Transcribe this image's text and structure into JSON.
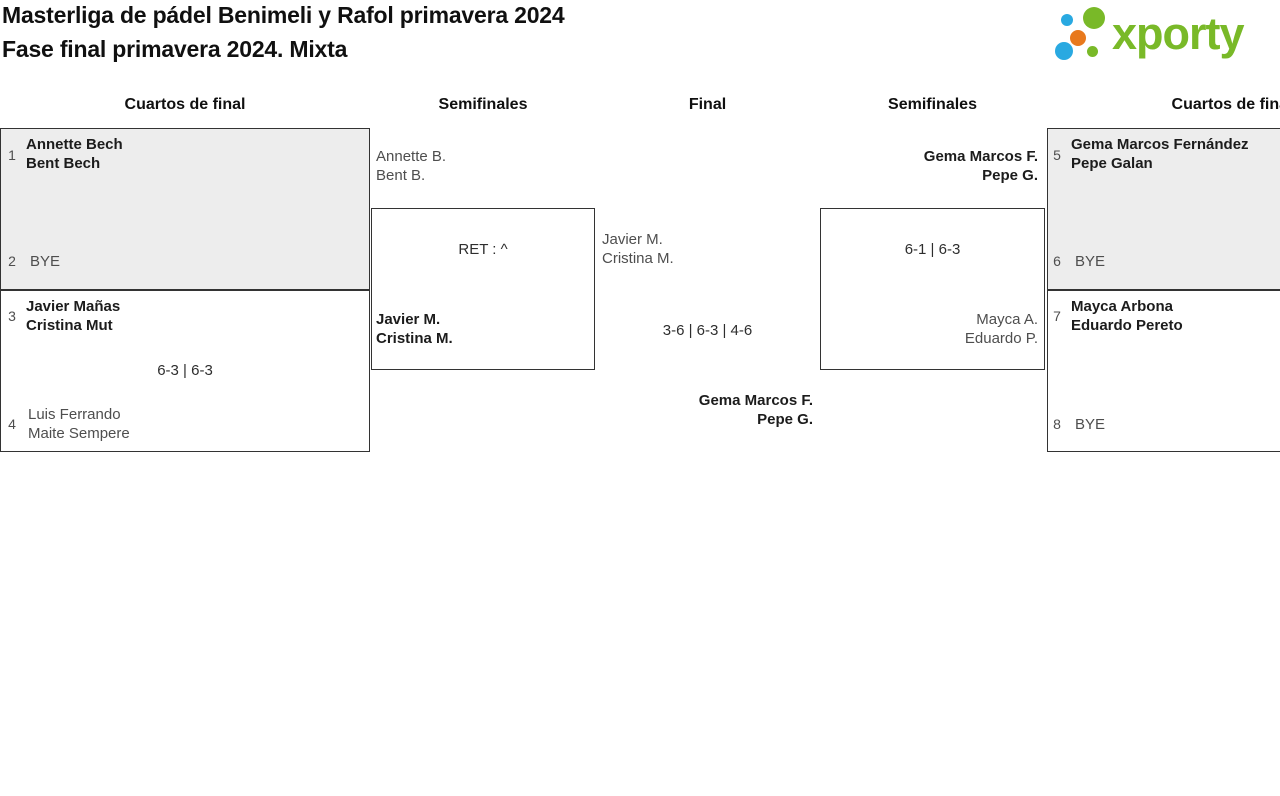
{
  "header": {
    "title": "Masterliga de pádel Benimeli y Rafol primavera 2024",
    "subtitle": "Fase final primavera 2024. Mixta",
    "logo_text": "xporty"
  },
  "colors": {
    "logo_green": "#79b928",
    "logo_blue": "#29a9e1",
    "logo_orange": "#e8791d",
    "shaded_box": "#ededed",
    "box_border": "#333333",
    "winner_text": "#1c1c1c",
    "secondary_text": "#4e4e4e"
  },
  "columns": [
    "Cuartos de final",
    "Semifinales",
    "Final",
    "Semifinales",
    "Cuartos de final"
  ],
  "matches": {
    "qfL1": {
      "seed1": "1",
      "t1a": "Annette Bech",
      "t1b": "Bent Bech",
      "seed2": "2",
      "t2a": "BYE"
    },
    "qfL2": {
      "seed1": "3",
      "t1a": "Javier Mañas",
      "t1b": "Cristina Mut",
      "score": "6-3 | 6-3",
      "seed2": "4",
      "t2a": "Luis Ferrando",
      "t2b": "Maite Sempere"
    },
    "sfL": {
      "t1a": "Annette B.",
      "t1b": "Bent B.",
      "score": "RET : ^",
      "t2a": "Javier M.",
      "t2b": "Cristina M."
    },
    "final": {
      "t1a": "Javier M.",
      "t1b": "Cristina M.",
      "score": "3-6 | 6-3 | 4-6",
      "t2a": "Gema Marcos F.",
      "t2b": "Pepe G."
    },
    "sfR": {
      "t1a": "Gema Marcos F.",
      "t1b": "Pepe G.",
      "score": "6-1 | 6-3",
      "t2a": "Mayca A.",
      "t2b": "Eduardo P."
    },
    "qfR1": {
      "seed1": "5",
      "t1a": "Gema Marcos Fernández",
      "t1b": "Pepe Galan",
      "seed2": "6",
      "t2a": "BYE"
    },
    "qfR2": {
      "seed1": "7",
      "t1a": "Mayca Arbona",
      "t1b": "Eduardo Pereto",
      "seed2": "8",
      "t2a": "BYE"
    }
  }
}
